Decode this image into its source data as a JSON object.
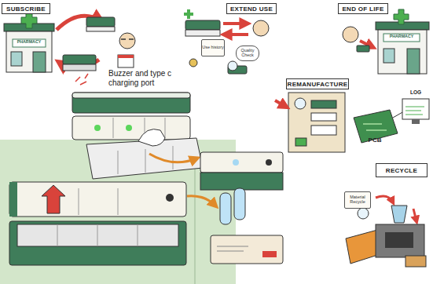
{
  "diagram": {
    "nodes": [
      {
        "text": [
          "SUBSCRIBE"
        ]
      },
      {
        "text": [
          "EXTEND USE"
        ]
      },
      {
        "text": [
          "Use history"
        ]
      },
      {
        "text": [
          "Quality Check"
        ]
      },
      {
        "text": [
          "END OF LIFE"
        ]
      },
      {
        "text": [
          "REMANUFACTURE"
        ]
      },
      {
        "text": [
          "RECYCLE"
        ]
      },
      {
        "text": [
          "Material Recycle"
        ]
      }
    ],
    "labels": [
      "PHARMACY",
      "PHARMACY",
      "Buzzer and type c charging port",
      "PCB",
      "LOG"
    ]
  }
}
